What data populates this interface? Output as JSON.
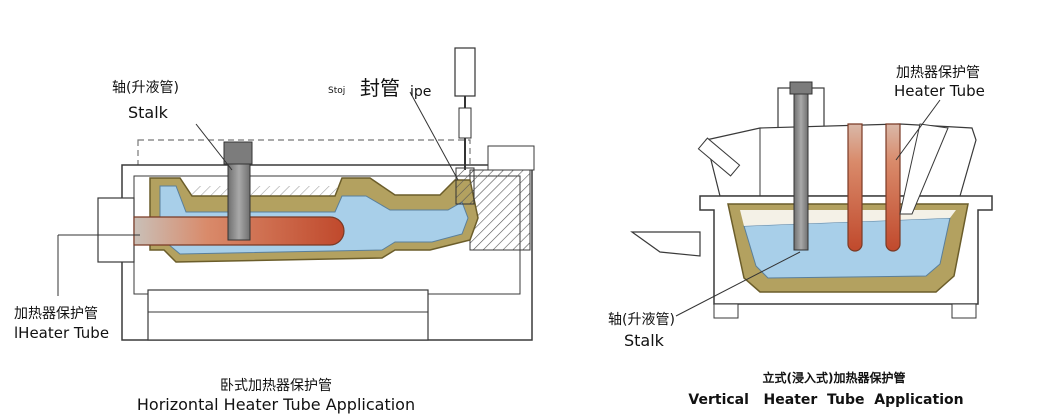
{
  "horizontal": {
    "stalk_cn": "轴(升液管)",
    "stalk_en": "Stalk",
    "seal_en": "Stoj",
    "seal_cn": "封管",
    "seal_en_tail": "ipe",
    "heater_cn": "加热器保护管",
    "heater_en": "lHeater Tube",
    "caption_cn": "卧式加热器保护管",
    "caption_en": "Horizontal Heater Tube Application"
  },
  "vertical": {
    "heater_cn": "加热器保护管",
    "heater_en": "Heater Tube",
    "stalk_cn": "轴(升液管)",
    "stalk_en": "Stalk",
    "caption_cn": "立式(浸入式)加热器保护管",
    "caption_en": "Vertical   Heater  Tube  Application"
  },
  "colors": {
    "refractory": "#b3a160",
    "refractory_edge": "#6b5d2a",
    "melt": "#a8cfe9",
    "heater": "#d9785a",
    "stalk": "#8f8f8f",
    "outline": "#3a3a3a"
  }
}
